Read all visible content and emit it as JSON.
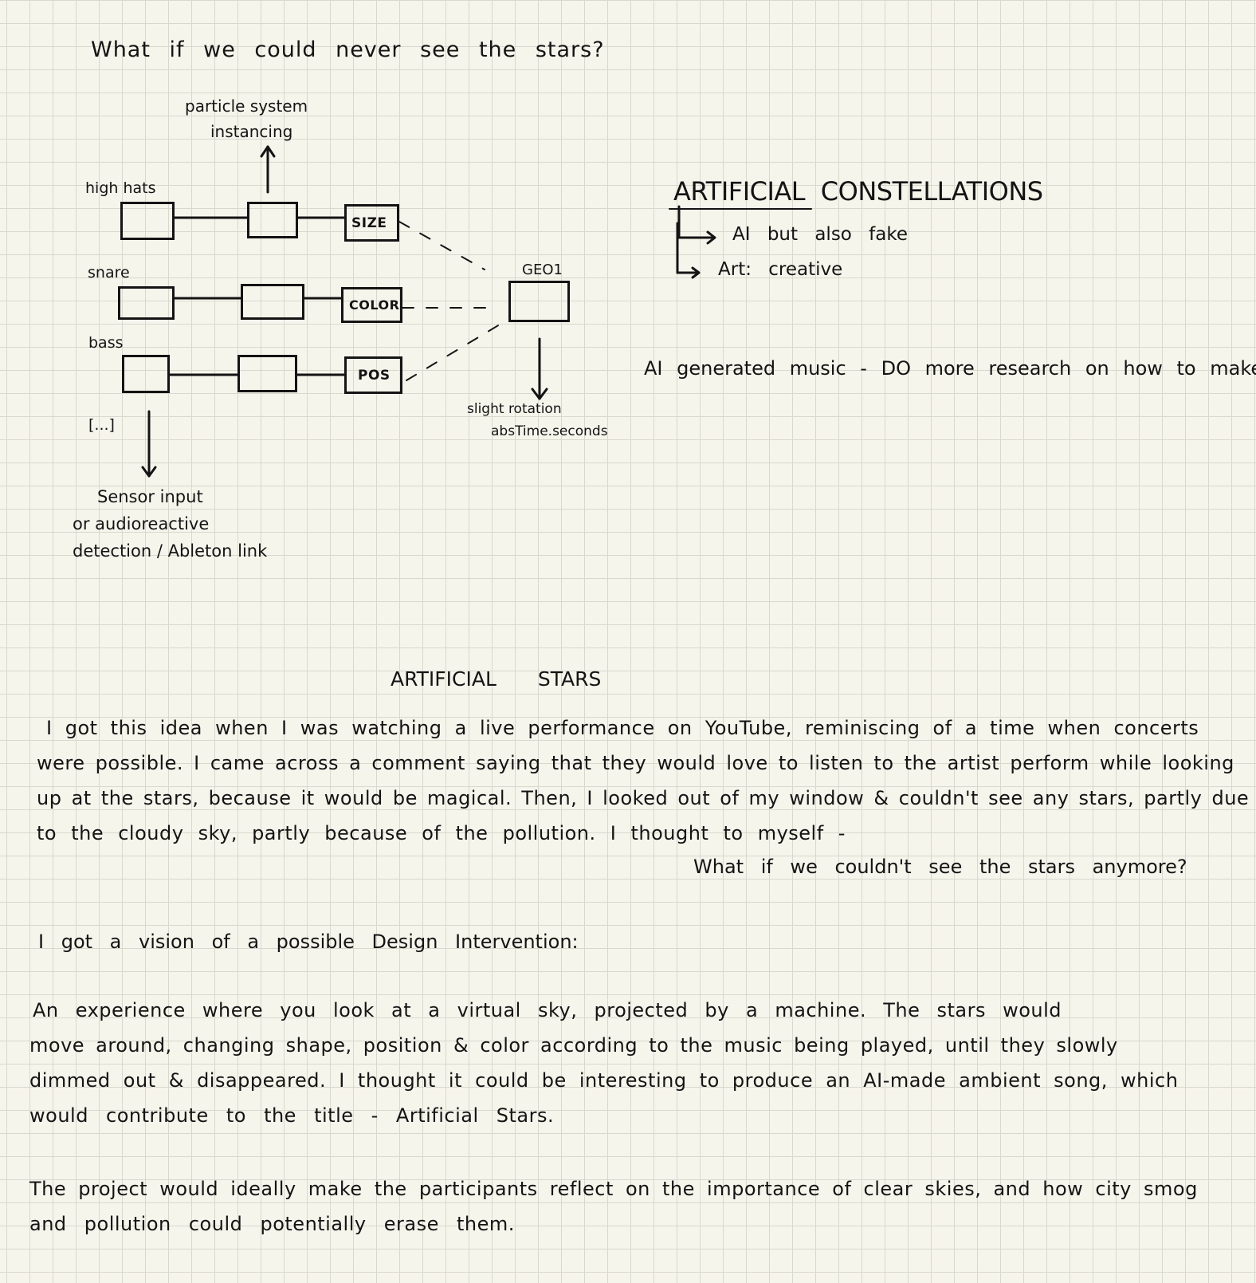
{
  "header": {
    "question": "What if we could never see the stars?"
  },
  "diagram": {
    "top_note_line1": "particle system",
    "top_note_line2": "instancing",
    "rows": [
      {
        "label": "high hats",
        "op": "SIZE"
      },
      {
        "label": "snare",
        "op": "COLOR"
      },
      {
        "label": "bass",
        "op": "POS"
      }
    ],
    "ellipsis": "[...]",
    "geo_label": "GEO1",
    "geo_note_line1": "slight rotation",
    "geo_note_line2": "absTime.seconds",
    "input_note_line1": "Sensor input",
    "input_note_line2": "or audioreactive",
    "input_note_line3": "detection / Ableton link"
  },
  "constellations": {
    "title": "ARTIFICIAL CONSTELLATIONS",
    "item1": "AI but also fake",
    "item2": "Art: creative"
  },
  "music_note": "AI generated music - DO more research on how to make",
  "essay": {
    "title": "ARTIFICIAL STARS",
    "intro_lines": [
      "I got this idea when I was watching a live performance on YouTube, reminiscing of a time when concerts",
      "were possible. I came across a comment saying that they would love to listen to the artist perform while looking",
      "up at the stars, because it would be magical. Then, I looked out of my window & couldn't see any stars, partly due",
      "to the cloudy sky, partly because of the pollution. I thought to myself -"
    ],
    "question": "What if we couldn't see the stars anymore?",
    "vision_intro": "I got a vision of a possible Design Intervention:",
    "vision_lines": [
      "An experience where you look at a virtual sky, projected by a machine. The stars would",
      "move around, changing shape, position & color according to the music being played, until they slowly",
      "dimmed out & disappeared. I thought it could be interesting to produce an AI-made ambient song, which",
      "would contribute to the title - Artificial Stars."
    ],
    "reflection_lines": [
      "The project would ideally make the participants reflect on the importance of clear skies, and how city smog",
      "and pollution could potentially erase them."
    ]
  }
}
